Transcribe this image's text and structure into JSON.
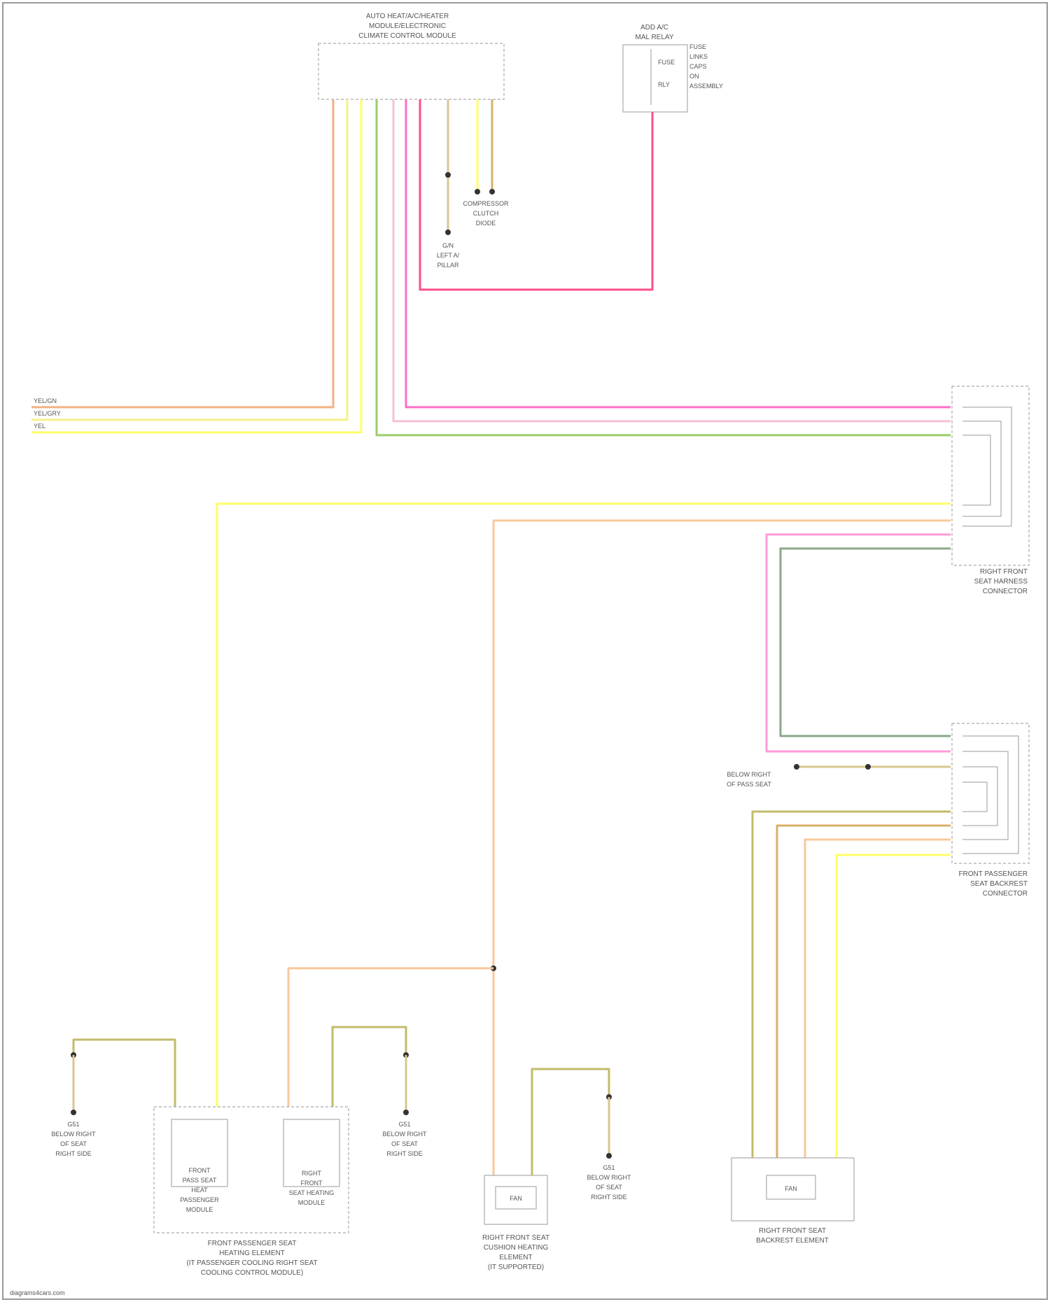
{
  "module": {
    "title_lines": [
      "AUTO HEAT/A/C/HEATER",
      "MODULE/ELECTRONIC",
      "CLIMATE CONTROL MODULE"
    ]
  },
  "ign_relay": {
    "title_lines": [
      "ADD A/C",
      "MAL RELAY"
    ],
    "side_lines": [
      "FUSE",
      "LINKS",
      "CAPS",
      "ON",
      "ASSEMBLY"
    ],
    "inner": [
      "FUSE",
      "RLY"
    ]
  },
  "ground_connector": {
    "lines": [
      "G/N",
      "LEFT A/",
      "PILLAR"
    ]
  },
  "compressor": {
    "lines": [
      "COMPRESSOR",
      "CLUTCH",
      "DIODE"
    ]
  },
  "right_front_connector": {
    "lines": [
      "RIGHT FRONT",
      "SEAT HARNESS",
      "CONNECTOR"
    ]
  },
  "front_pass_connector": {
    "lines": [
      "FRONT PASSENGER",
      "SEAT BACKREST",
      "CONNECTOR"
    ]
  },
  "ground_below_seat": {
    "lines": [
      "BELOW RIGHT",
      "OF PASS SEAT"
    ]
  },
  "ground_g1": {
    "lines": [
      "G51",
      "BELOW RIGHT",
      "OF SEAT",
      "RIGHT SIDE"
    ]
  },
  "ground_g2": {
    "lines": [
      "G51",
      "BELOW RIGHT",
      "OF SEAT",
      "RIGHT SIDE"
    ]
  },
  "ground_g3": {
    "lines": [
      "G51",
      "BELOW RIGHT",
      "OF SEAT",
      "RIGHT SIDE"
    ]
  },
  "seat_module": {
    "sub1": [
      "FRONT",
      "PASS SEAT",
      "HEAT",
      "PASSENGER",
      "MODULE"
    ],
    "sub2": [
      "RIGHT",
      "FRONT",
      "SEAT HEATING",
      "MODULE"
    ],
    "caption": [
      "FRONT PASSENGER SEAT",
      "HEATING ELEMENT",
      "(IT PASSENGER COOLING RIGHT SEAT",
      "COOLING CONTROL MODULE)"
    ]
  },
  "heater_element": {
    "inner": "FAN",
    "caption": [
      "RIGHT FRONT SEAT",
      "CUSHION HEATING",
      "ELEMENT",
      "(IT SUPPORTED)"
    ]
  },
  "ambient_sensor": {
    "inner": "FAN",
    "caption": [
      "RIGHT FRONT SEAT",
      "BACKREST ELEMENT"
    ]
  },
  "left_labels": [
    "YEL/GN",
    "YEL/GRY",
    "YEL"
  ],
  "footer": "diagrams4cars.com",
  "colors": {
    "orange": "#f5b084",
    "yellow": "#ffff66",
    "pale_yellow": "#f5f08a",
    "green": "#99cc66",
    "pink": "#ff6ec7",
    "red_pink": "#ff4d88",
    "tan": "#d8b06a",
    "olive": "#c2bb6a",
    "gray_green": "#8aa88a",
    "light_orange": "#f8c89a"
  }
}
